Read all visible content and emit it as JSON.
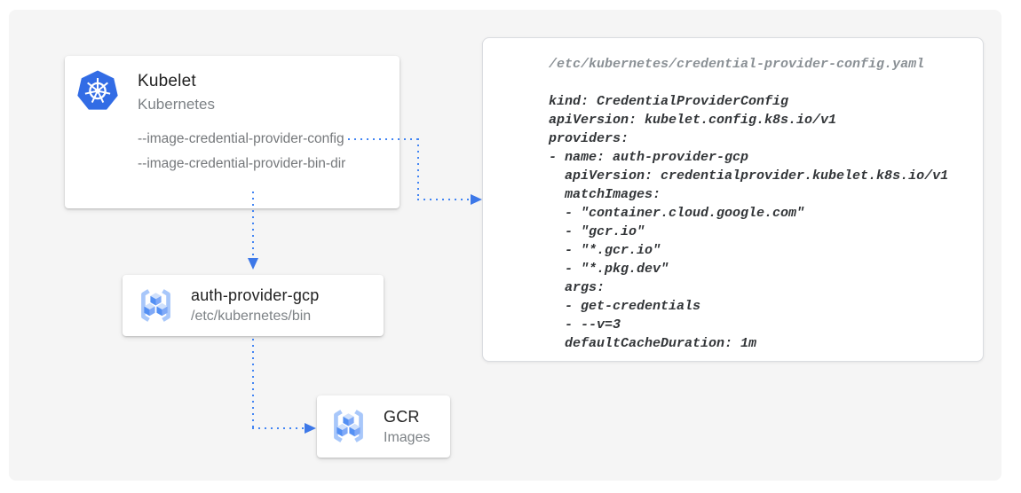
{
  "diagram": {
    "kubelet": {
      "title": "Kubelet",
      "subtitle": "Kubernetes",
      "flags": [
        "--image-credential-provider-config",
        "--image-credential-provider-bin-dir"
      ]
    },
    "auth_provider": {
      "title": "auth-provider-gcp",
      "subtitle": "/etc/kubernetes/bin"
    },
    "gcr": {
      "title": "GCR",
      "subtitle": "Images"
    },
    "config_file": {
      "filename": "/etc/kubernetes/credential-provider-config.yaml",
      "yaml_lines": [
        "kind: CredentialProviderConfig",
        "apiVersion: kubelet.config.k8s.io/v1",
        "providers:",
        "- name: auth-provider-gcp",
        "  apiVersion: credentialprovider.kubelet.k8s.io/v1",
        "  matchImages:",
        "  - \"container.cloud.google.com\"",
        "  - \"gcr.io\"",
        "  - \"*.gcr.io\"",
        "  - \"*.pkg.dev\"",
        "  args:",
        "  - get-credentials",
        "  - --v=3",
        "  defaultCacheDuration: 1m"
      ]
    },
    "icons": {
      "kubelet": "kubernetes-helm-wheel-icon",
      "auth_provider": "gcr-cubes-icon",
      "gcr": "gcr-cubes-icon"
    },
    "colors": {
      "arrow_blue": "#4285f4",
      "arrowhead_blue": "#3d78e8",
      "kubernetes_blue": "#326ce5",
      "gcr_bracket_blue": "#a8c7fa",
      "gcr_cube_left": "#5490f4",
      "gcr_cube_right": "#7fa9f7",
      "gcr_cube_top": "#cfe0fc",
      "stage_background": "#f5f5f5",
      "node_background": "#ffffff",
      "title_text": "#212121",
      "subtitle_text": "#7d8286",
      "code_text": "#323538",
      "code_filename_text": "#8a9095"
    }
  }
}
